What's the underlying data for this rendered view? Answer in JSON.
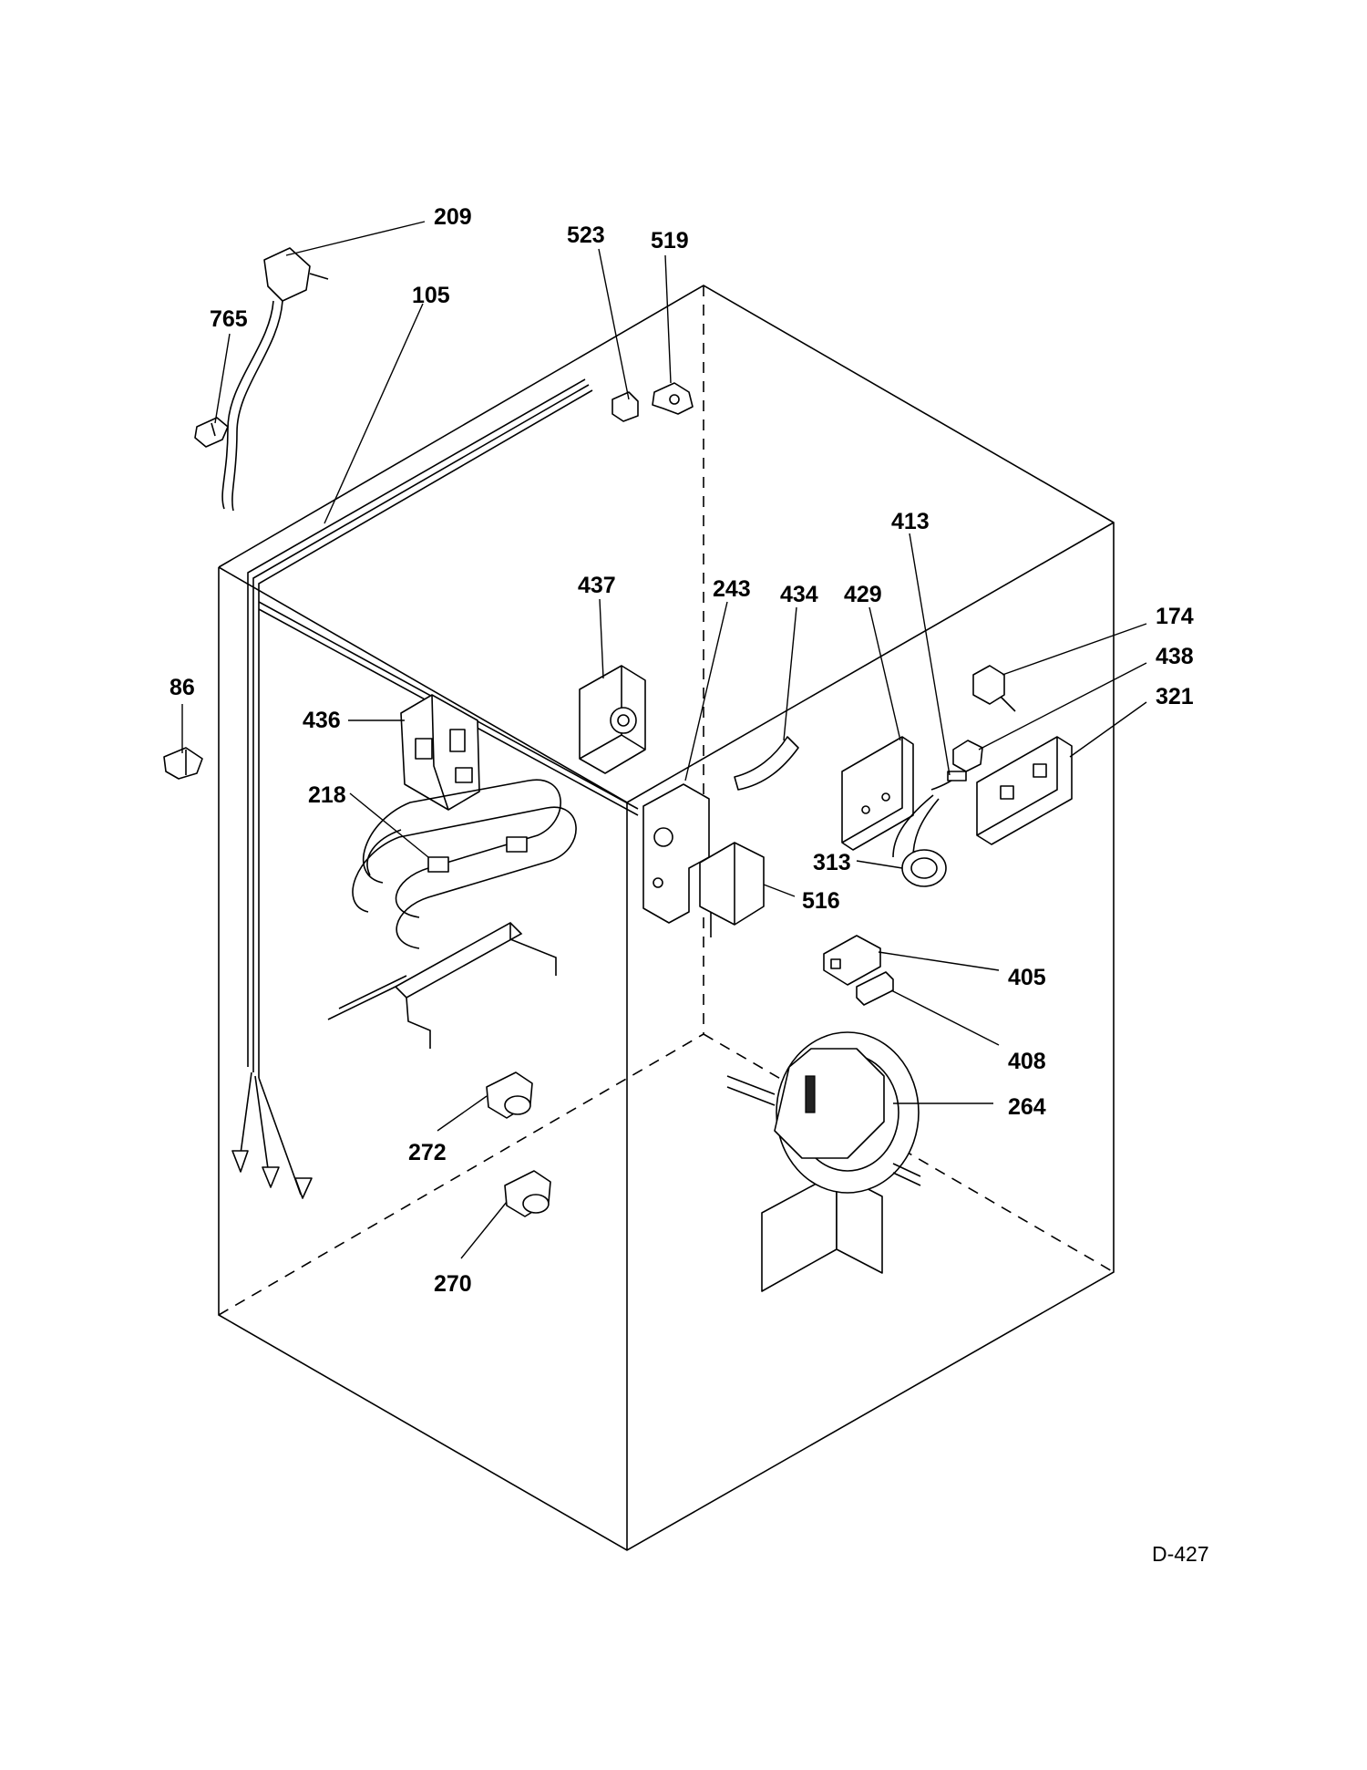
{
  "drawing_id": "D-427",
  "callouts": [
    {
      "id": "c209",
      "label": "209"
    },
    {
      "id": "c523",
      "label": "523"
    },
    {
      "id": "c519",
      "label": "519"
    },
    {
      "id": "c105",
      "label": "105"
    },
    {
      "id": "c765",
      "label": "765"
    },
    {
      "id": "c413",
      "label": "413"
    },
    {
      "id": "c437",
      "label": "437"
    },
    {
      "id": "c243",
      "label": "243"
    },
    {
      "id": "c434",
      "label": "434"
    },
    {
      "id": "c429",
      "label": "429"
    },
    {
      "id": "c174",
      "label": "174"
    },
    {
      "id": "c438",
      "label": "438"
    },
    {
      "id": "c321",
      "label": "321"
    },
    {
      "id": "c86",
      "label": "86"
    },
    {
      "id": "c436",
      "label": "436"
    },
    {
      "id": "c218",
      "label": "218"
    },
    {
      "id": "c313",
      "label": "313"
    },
    {
      "id": "c516",
      "label": "516"
    },
    {
      "id": "c405",
      "label": "405"
    },
    {
      "id": "c408",
      "label": "408"
    },
    {
      "id": "c264",
      "label": "264"
    },
    {
      "id": "c272",
      "label": "272"
    },
    {
      "id": "c270",
      "label": "270"
    }
  ]
}
